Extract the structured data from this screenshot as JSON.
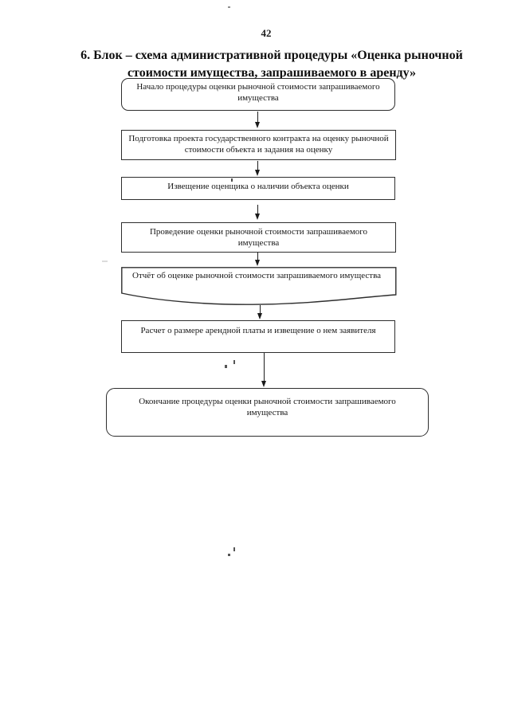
{
  "page": {
    "number": "42",
    "title_lines": [
      "6. Блок – схема административной процедуры «Оценка рыночной",
      "стоимости имущества, запрашиваемого в аренду»"
    ]
  },
  "flowchart": {
    "nodes": [
      {
        "id": "start",
        "shape": "rounded",
        "label": "Начало процедуры оценки рыночной стоимости запрашиваемого\nимущества"
      },
      {
        "id": "prepare-contract",
        "shape": "rect",
        "label": "Подготовка проекта государственного контракта на оценку рыночной\nстоимости объекта и задания на оценку"
      },
      {
        "id": "notify-appraiser",
        "shape": "rect",
        "label": "Извещение оценщика о наличии объекта оценки"
      },
      {
        "id": "conduct-appraisal",
        "shape": "rect",
        "label": "Проведение оценки рыночной стоимости запрашиваемого имущества"
      },
      {
        "id": "appraisal-report",
        "shape": "document",
        "label": "Отчёт об оценке рыночной стоимости запрашиваемого имущества"
      },
      {
        "id": "rent-calculation",
        "shape": "rect",
        "label": "Расчет о размере арендной платы и извещение о нем заявителя"
      },
      {
        "id": "end",
        "shape": "rounded",
        "label": "Окончание процедуры оценки рыночной стоимости запрашиваемого имущества"
      }
    ]
  }
}
